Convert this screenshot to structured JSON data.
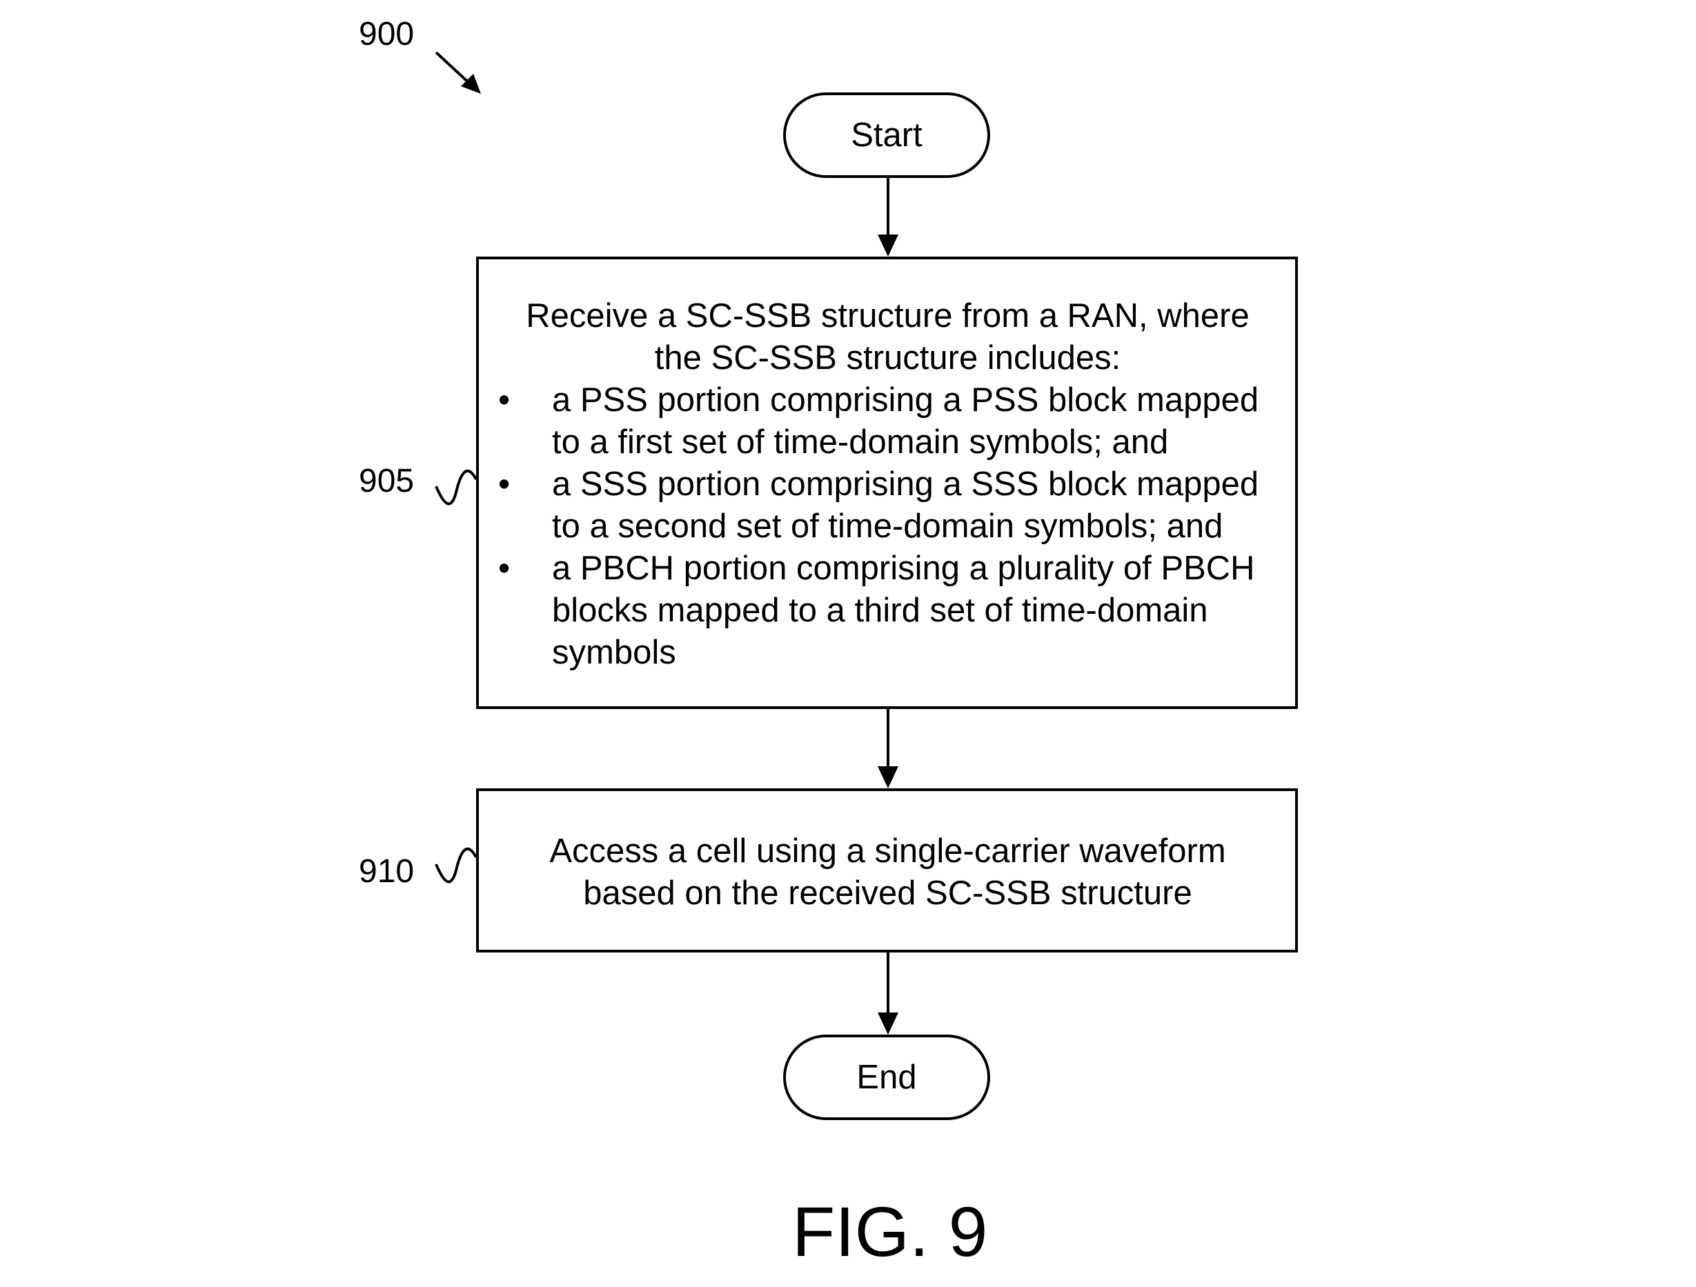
{
  "figure": {
    "number_label": "900",
    "caption": "FIG. 9"
  },
  "flow": {
    "start_label": "Start",
    "end_label": "End",
    "steps": [
      {
        "ref": "905",
        "intro": "Receive a SC-SSB structure from a RAN, where the SC-SSB structure includes:",
        "bullet_symbol": "•",
        "bullets": [
          "a PSS portion comprising a PSS block mapped to a first set of time-domain symbols; and",
          "a SSS portion comprising a SSS block mapped to a second set of time-domain symbols; and",
          "a PBCH portion comprising a plurality of PBCH blocks mapped to a third set of time-domain symbols"
        ]
      },
      {
        "ref": "910",
        "text": "Access a cell using a single-carrier waveform based on the received SC-SSB structure"
      }
    ]
  }
}
